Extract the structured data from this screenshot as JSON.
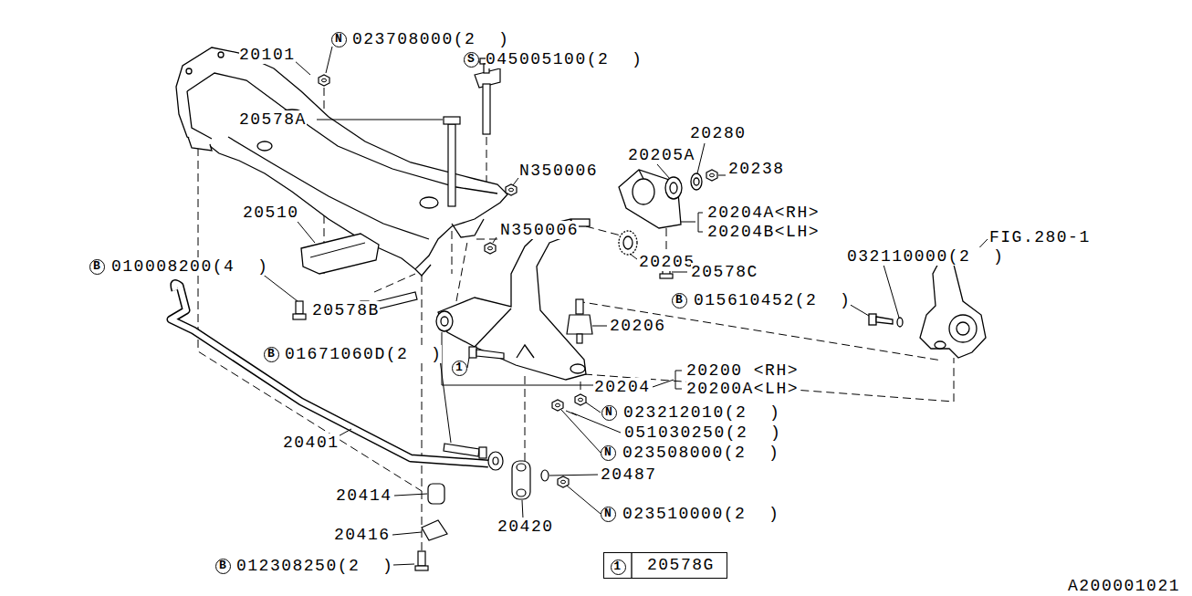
{
  "diagram": {
    "nodes": [
      {
        "text": [
          "N"
        ]
      },
      {
        "text": [
          "S"
        ]
      },
      {
        "text": [
          "B"
        ]
      },
      {
        "text": [
          "B"
        ]
      },
      {
        "text": [
          "B"
        ]
      },
      {
        "text": [
          "1"
        ]
      },
      {
        "text": [
          "N"
        ]
      },
      {
        "text": [
          "N"
        ]
      },
      {
        "text": [
          "N"
        ]
      },
      {
        "text": [
          "B"
        ]
      },
      {
        "text": [
          "20578G"
        ]
      },
      {
        "text": [
          "1"
        ],
        "in": 10
      }
    ],
    "labels": [
      "20101",
      "023708000(2  )",
      "045005100(2  )",
      "20578A",
      "N350006",
      "20510",
      "N350006",
      "20205A",
      "20280",
      "20238",
      "20204A<RH>",
      "20204B<LH>",
      "20205",
      "20578C",
      "032110000(2  )",
      "FIG.280-1",
      "010008200(4  )",
      "015610452(2  )",
      "20578B",
      "20206",
      "01671060D(2  )",
      "20200 <RH>",
      "20204",
      "20200A<LH>",
      "023212010(2  )",
      "051030250(2  )",
      "20401",
      "023508000(2  )",
      "20487",
      "20414",
      "023510000(2  )",
      "20420",
      "20416",
      "012308250(2  )",
      "A200001021"
    ]
  }
}
